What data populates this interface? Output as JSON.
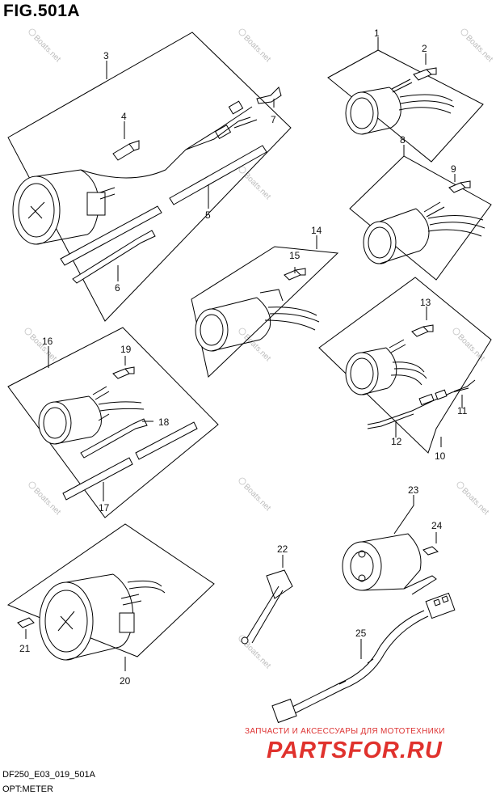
{
  "figure": {
    "title": "FIG.501A",
    "code": "DF250_E03_019_501A",
    "name": "OPT:METER"
  },
  "watermark": {
    "tagline": "ЗАПЧАСТИ И АКСЕССУАРЫ ДЛЯ МОТОТЕХНИКИ",
    "logo": "PARTSFOR.RU",
    "boats": "Boats.net",
    "logo_color": "#e0322d"
  },
  "part_labels": {
    "p1": "1",
    "p2": "2",
    "p3": "3",
    "p4": "4",
    "p5": "5",
    "p6": "6",
    "p7": "7",
    "p8": "8",
    "p9": "9",
    "p10": "10",
    "p11": "11",
    "p12": "12",
    "p13": "13",
    "p14": "14",
    "p15": "15",
    "p16": "16",
    "p17": "17",
    "p18": "18",
    "p19": "19",
    "p20": "20",
    "p21": "21",
    "p22": "22",
    "p23": "23",
    "p24": "24",
    "p25": "25"
  }
}
